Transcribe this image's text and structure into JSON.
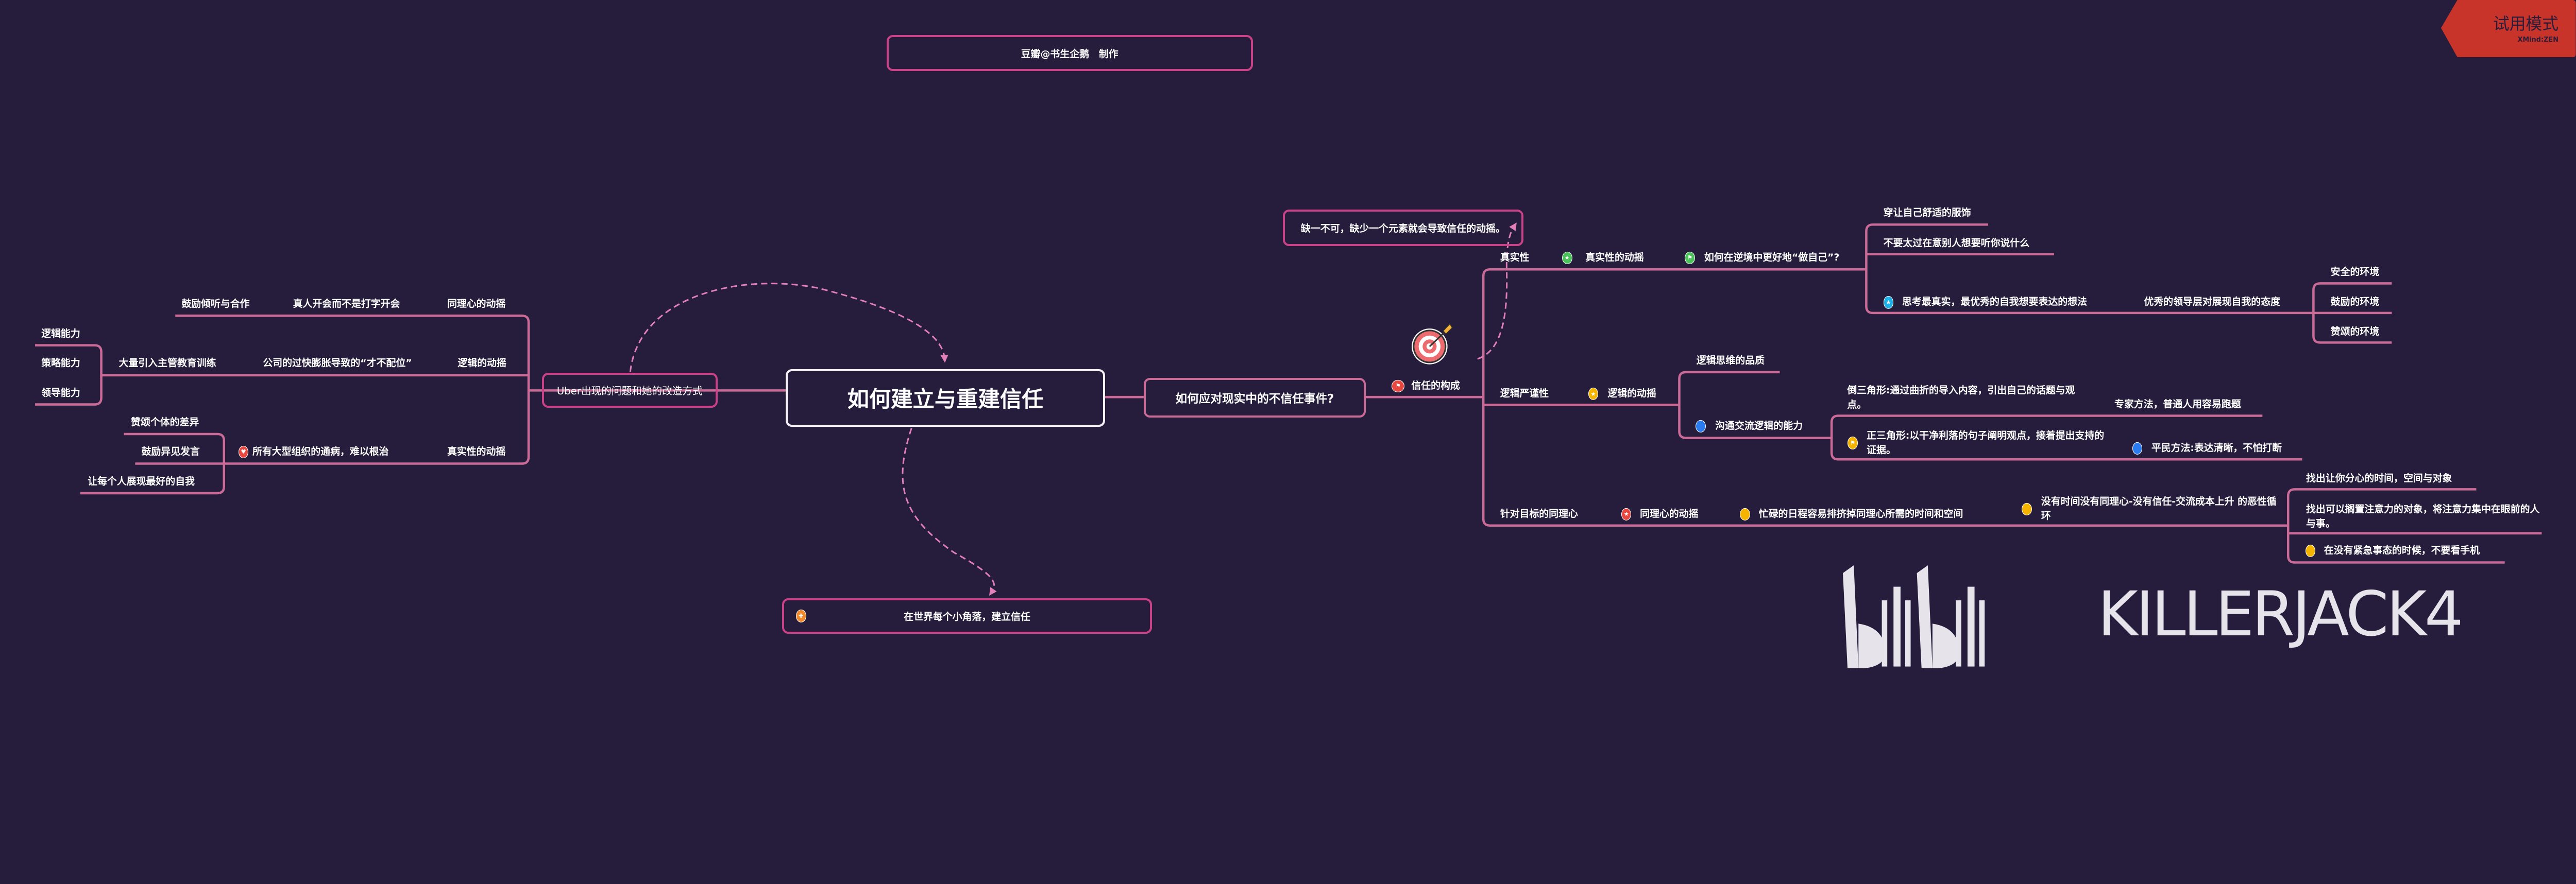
{
  "colors": {
    "background": "#261c3b",
    "branch_line": "#c96a97",
    "box_border": "#c94287",
    "relation": "#e07fb8",
    "badge": "#c8342a"
  },
  "credit": "豆瓣@书生企鹅　制作",
  "central": "如何建立与重建信任",
  "summary": {
    "icon": "gamepad-icon",
    "text": "在世界每个小角落，建立信任"
  },
  "left": {
    "uber": "Uber出现的问题和她的改造方式",
    "empathy": {
      "label": "同理心的动摇",
      "cause": "真人开会而不是打字开会",
      "fix": "鼓励倾听与合作"
    },
    "logic": {
      "label": "逻辑的动摇",
      "cause": "公司的过快膨胀导致的“才不配位”",
      "fix": "大量引入主管教育训练",
      "abilities": [
        "逻辑能力",
        "策略能力",
        "领导能力"
      ]
    },
    "authenticity": {
      "label": "真实性的动摇",
      "icon": "heart-icon",
      "cause": "所有大型组织的通病，难以根治",
      "fix": "鼓励异见发言",
      "extra": [
        "赞颂个体的差异",
        "让每个人展现最好的自我"
      ]
    }
  },
  "right": {
    "question": "如何应对现实中的不信任事件?",
    "note": "缺一不可，缺少一个元素就会导致信任的动摇。",
    "components": {
      "icon": "flag-icon",
      "label": "信任的构成"
    },
    "authenticity": {
      "label": "真实性",
      "shake": "真实性的动摇",
      "question": "如何在逆境中更好地“做自己”?",
      "tips": [
        "穿让自己舒适的服饰",
        "不要太过在意别人想要听你说什么"
      ],
      "think": "思考最真实，最优秀的自我想要表达的想法",
      "leader": "优秀的领导层对展现自我的态度",
      "envs": [
        "安全的环境",
        "鼓励的环境",
        "赞颂的环境"
      ]
    },
    "logic": {
      "label": "逻辑严谨性",
      "shake": "逻辑的动摇",
      "quality": "逻辑思维的品质",
      "ability": "沟通交流逻辑的能力",
      "inverted": "倒三角形:通过曲折的导入内容，引出自己的话题与观点。",
      "inverted_note": "专家方法，普通人用容易跑题",
      "upright": "正三角形:以干净利落的句子阐明观点，接着提出支持的证据。",
      "upright_note": "平民方法:表达清晰，不怕打断"
    },
    "empathy": {
      "label": "针对目标的同理心",
      "shake": "同理心的动摇",
      "busy": "忙碌的日程容易排挤掉同理心所需的时间和空间",
      "cycle": "没有时间没有同理心-没有信任-交流成本上升 的恶性循环",
      "actions": [
        "找出让你分心的时间，空间与对象",
        "找出可以搁置注意力的对象，将注意力集中在眼前的人与事。",
        "在没有紧急事态的时候，不要看手机"
      ]
    }
  },
  "badge": {
    "label": "试用模式",
    "sub": "XMind:ZEN"
  },
  "watermark": {
    "logo": "bilibili",
    "text": "KILLERJACK4"
  }
}
